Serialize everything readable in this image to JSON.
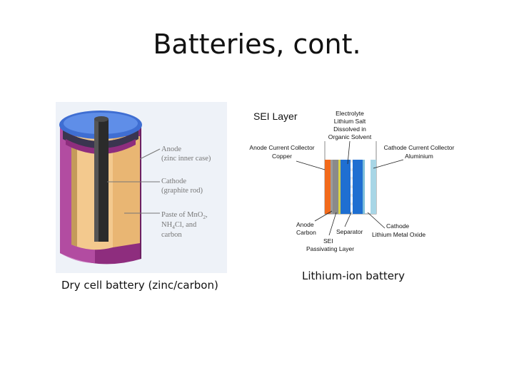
{
  "slide": {
    "title": "Batteries, cont.",
    "left_caption": "Dry cell battery (zinc/carbon)",
    "right_caption": "Lithium-ion battery"
  },
  "dry_cell": {
    "anode_label_1": "Anode",
    "anode_label_2": "(zinc inner case)",
    "cathode_label_1": "Cathode",
    "cathode_label_2": "(graphite rod)",
    "paste_label_1": "Paste of MnO",
    "paste_label_sub1": "2",
    "paste_label_comma": ",",
    "paste_label_2a": "NH",
    "paste_label_sub2": "4",
    "paste_label_2b": "Cl, and",
    "paste_label_3": "carbon"
  },
  "li_ion": {
    "sei_title": "SEI Layer",
    "electrolyte_1": "Electrolyte",
    "electrolyte_2": "Lithium Salt",
    "electrolyte_3": "Dissolved in",
    "electrolyte_4": "Organic Solvent",
    "anode_cc_1": "Anode Current Collector",
    "anode_cc_2": "Copper",
    "cathode_cc_1": "Cathode Current Collector",
    "cathode_cc_2": "Aluminium",
    "anode_1": "Anode",
    "anode_2": "Carbon",
    "separator": "Separator",
    "cathode_1": "Cathode",
    "cathode_2": "Lithium Metal Oxide",
    "sei_1": "SEI",
    "sei_2": "Passivating Layer"
  },
  "colors": {
    "purple": "#8e2d7e",
    "blue_top": "#3f6ed2",
    "paste": "#f3c98e",
    "rod": "#2b2b2b",
    "copper": "#f26a1b",
    "grey": "#9b9b9b",
    "blue": "#1f6fd1",
    "light_blue": "#a8d6e6"
  }
}
